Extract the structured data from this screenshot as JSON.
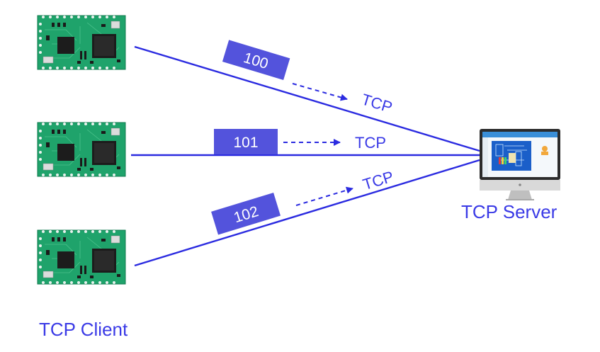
{
  "colors": {
    "accent": "#2b2be0",
    "packet_fill": "#5353dc",
    "board_green": "#1fa36b",
    "text_blue": "#3a3ae6"
  },
  "clients": {
    "label": "TCP Client",
    "boards": [
      {
        "name": "client-board-1"
      },
      {
        "name": "client-board-2"
      },
      {
        "name": "client-board-3"
      }
    ]
  },
  "server": {
    "label": "TCP Server"
  },
  "connections": [
    {
      "packet": "100",
      "protocol": "TCP"
    },
    {
      "packet": "101",
      "protocol": "TCP"
    },
    {
      "packet": "102",
      "protocol": "TCP"
    }
  ]
}
